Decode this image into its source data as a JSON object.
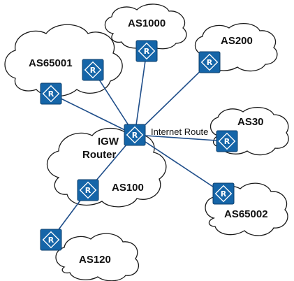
{
  "diagram": {
    "nodes": {
      "as65001": {
        "label": "AS65001"
      },
      "as1000": {
        "label": "AS1000"
      },
      "as200": {
        "label": "AS200"
      },
      "as30": {
        "label": "AS30"
      },
      "as100": {
        "label": "AS100"
      },
      "as65002": {
        "label": "AS65002"
      },
      "as120": {
        "label": "AS120"
      },
      "igw": {
        "label_line1": "IGW",
        "label_line2": "Router"
      }
    },
    "links": {
      "internet_route": {
        "label": "Internet Route"
      }
    },
    "router_icon_glyph": "R",
    "colors": {
      "router_fill": "#1565a8",
      "link_color": "#1f4e8a",
      "cloud_outline": "#1a1a1a"
    }
  }
}
